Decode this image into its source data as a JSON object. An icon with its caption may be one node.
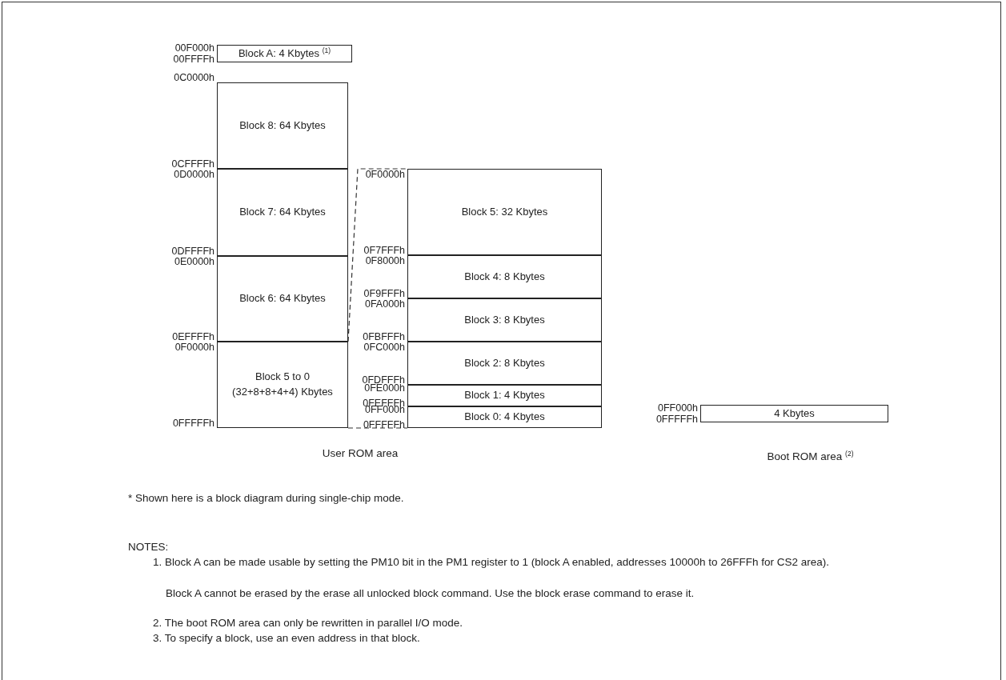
{
  "diagram": {
    "nodes": [
      {
        "text": [
          "Block A: 4 Kbytes $^{(1)}$"
        ],
        "beside": [
          "00F000h",
          "00FFFFh"
        ]
      },
      {
        "text": [
          "Block 8: 64 Kbytes"
        ],
        "beside": [
          "0C0000h",
          "0CFFFFh"
        ]
      },
      {
        "text": [
          "Block 7: 64 Kbytes"
        ],
        "beside": [
          "0D0000h",
          "0DFFFFh"
        ]
      },
      {
        "text": [
          "Block 6: 64 Kbytes"
        ],
        "beside": [
          "0E0000h",
          "0EFFFFh"
        ]
      },
      {
        "text": [
          "Block 5 to 0 (32+8+8+4+4) Kbytes"
        ],
        "beside": [
          "0F0000h",
          "0FFFFFh"
        ]
      },
      {
        "text": [
          "Block 5: 32 Kbytes"
        ],
        "beside": [
          "0F0000h",
          "0F7FFFh"
        ]
      },
      {
        "text": [
          "Block 4: 8 Kbytes"
        ],
        "beside": [
          "0F8000h",
          "0F9FFFh"
        ]
      },
      {
        "text": [
          "Block 3: 8 Kbytes"
        ],
        "beside": [
          "0FA000h",
          "0FBFFFh"
        ]
      },
      {
        "text": [
          "Block 2: 8 Kbytes"
        ],
        "beside": [
          "0FC000h",
          "0FDFFFh"
        ]
      },
      {
        "text": [
          "Block 1: 4 Kbytes"
        ],
        "beside": [
          "0FE000h",
          "0FEFFFh"
        ]
      },
      {
        "text": [
          "Block 0: 4 Kbytes"
        ],
        "beside": [
          "0FF000h",
          "0FFFFFh"
        ]
      },
      {
        "text": [
          "4 Kbytes"
        ],
        "beside": [
          "0FF000h",
          "0FFFFFh"
        ]
      }
    ],
    "edges": [
      {
        "from": 4,
        "to": 5,
        "arrow": "none",
        "style": "dashed"
      },
      {
        "from": 4,
        "to": 10,
        "arrow": "none",
        "style": "dashed"
      }
    ],
    "labels": [
      "User ROM area",
      "Boot ROM area $^{(2)}$",
      "* Shown here is a block diagram during single-chip mode.",
      "NOTES:",
      "1. Block A can be made usable by setting the PM10 bit in the PM1 register to 1 (block A enabled, addresses 10000h to 26FFFh for CS2 area).",
      "Block A cannot be erased by the erase all unlocked block command. Use the block erase command to erase it.",
      "2. The boot ROM area can only be rewritten in parallel I/O mode.",
      "3. To specify a block, use an even address in that block."
    ]
  }
}
